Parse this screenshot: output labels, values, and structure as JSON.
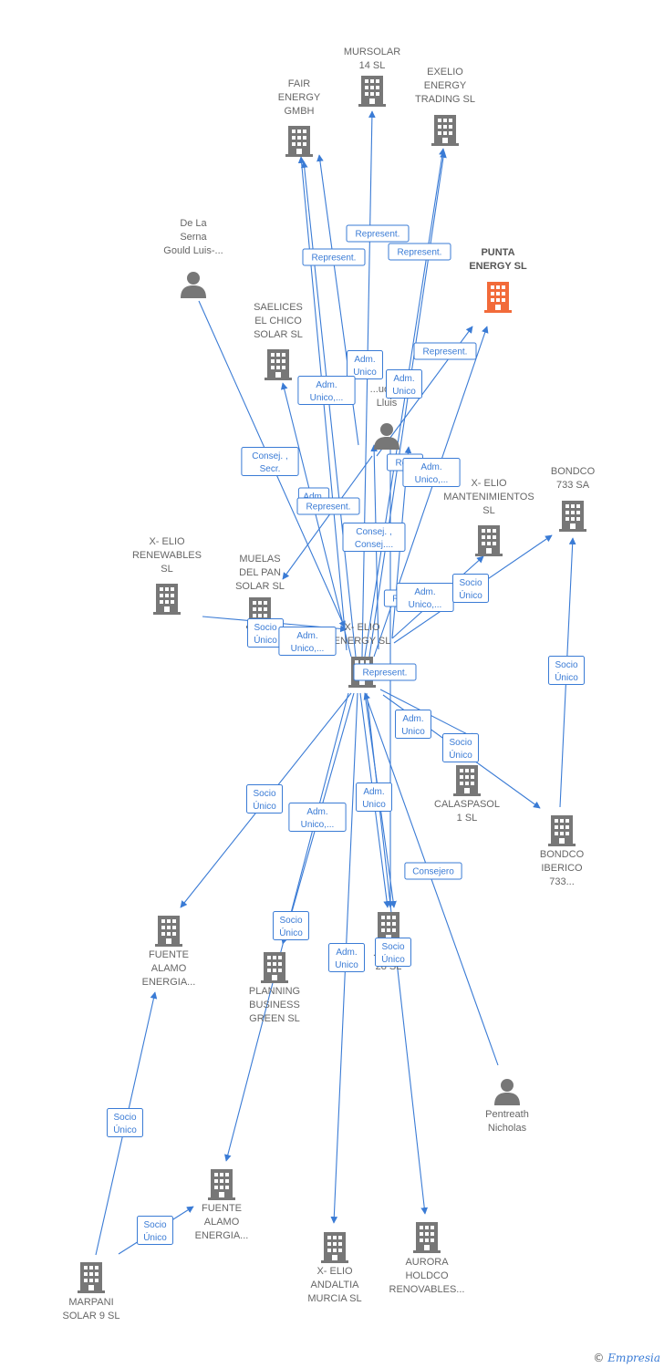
{
  "colors": {
    "edge": "#3a7bd5",
    "node": "#777777",
    "highlight": "#f26b3a",
    "text": "#666666"
  },
  "nodes": [
    {
      "id": "mursolar",
      "type": "company",
      "lines": [
        "MURSOLAR",
        "14 SL"
      ],
      "icon": "building-icon"
    },
    {
      "id": "fair",
      "type": "company",
      "lines": [
        "FAIR",
        "ENERGY",
        "GMBH"
      ],
      "icon": "building-icon"
    },
    {
      "id": "exelio_trading",
      "type": "company",
      "lines": [
        "EXELIO",
        "ENERGY",
        "TRADING  SL"
      ],
      "icon": "building-icon"
    },
    {
      "id": "delaserna",
      "type": "person",
      "lines": [
        "De La",
        "Serna",
        "Gould Luis-..."
      ],
      "icon": "person-icon"
    },
    {
      "id": "punta",
      "type": "company",
      "highlight": true,
      "lines": [
        "PUNTA",
        "ENERGY  SL"
      ],
      "icon": "building-icon"
    },
    {
      "id": "saelices",
      "type": "company",
      "lines": [
        "SAELICES",
        "EL CHICO",
        "SOLAR SL"
      ],
      "icon": "building-icon"
    },
    {
      "id": "lluis",
      "type": "person",
      "lines": [
        "...uol-...",
        "Lluis"
      ],
      "icon": "person-icon"
    },
    {
      "id": "mantenimientos",
      "type": "company",
      "lines": [
        "X- ELIO",
        "MANTENIMIENTOS",
        "SL"
      ],
      "icon": "building-icon"
    },
    {
      "id": "bondco733",
      "type": "company",
      "lines": [
        "BONDCO",
        "733 SA"
      ],
      "icon": "building-icon"
    },
    {
      "id": "renewables",
      "type": "company",
      "lines": [
        "X- ELIO",
        "RENEWABLES",
        "SL"
      ],
      "icon": "building-icon"
    },
    {
      "id": "muelas",
      "type": "company",
      "lines": [
        "MUELAS",
        "DEL PAN",
        "SOLAR SL"
      ],
      "icon": "building-icon"
    },
    {
      "id": "xelio",
      "type": "company",
      "lines": [
        "X- ELIO",
        "ENERGY  SL"
      ],
      "icon": "building-icon"
    },
    {
      "id": "calaspasol",
      "type": "company",
      "lines": [
        "CALASPASOL",
        "1  SL"
      ],
      "icon": "building-icon"
    },
    {
      "id": "bondco_iberico",
      "type": "company",
      "lines": [
        "BONDCO",
        "IBERICO",
        "733..."
      ],
      "icon": "building-icon"
    },
    {
      "id": "fuente1",
      "type": "company",
      "lines": [
        "FUENTE",
        "ALAMO",
        "ENERGIA..."
      ],
      "icon": "building-icon"
    },
    {
      "id": "planning",
      "type": "company",
      "lines": [
        "PLANNING",
        "BUSINESS",
        "GREEN  SL"
      ],
      "icon": "building-icon"
    },
    {
      "id": "mursolar28",
      "type": "company",
      "lines": [
        "...U...R",
        "28 SL"
      ],
      "icon": "building-icon"
    },
    {
      "id": "pentreath",
      "type": "person",
      "lines": [
        "Pentreath",
        "Nicholas"
      ],
      "icon": "person-icon"
    },
    {
      "id": "fuente2",
      "type": "company",
      "lines": [
        "FUENTE",
        "ALAMO",
        "ENERGIA..."
      ],
      "icon": "building-icon"
    },
    {
      "id": "marpani",
      "type": "company",
      "lines": [
        "MARPANI",
        "SOLAR 9  SL"
      ],
      "icon": "building-icon"
    },
    {
      "id": "andaltia",
      "type": "company",
      "lines": [
        "X- ELIO",
        "ANDALTIA",
        "MURCIA  SL"
      ],
      "icon": "building-icon"
    },
    {
      "id": "aurora",
      "type": "company",
      "lines": [
        "AURORA",
        "HOLDCO",
        "RENOVABLES..."
      ],
      "icon": "building-icon"
    }
  ],
  "edge_labels": [
    {
      "id": "l1",
      "lines": [
        "Represent."
      ]
    },
    {
      "id": "l2",
      "lines": [
        "Represent."
      ]
    },
    {
      "id": "l3",
      "lines": [
        "Represent."
      ]
    },
    {
      "id": "l4",
      "lines": [
        "Represent."
      ]
    },
    {
      "id": "l5",
      "lines": [
        "Adm.",
        "Unico"
      ]
    },
    {
      "id": "l6",
      "lines": [
        "Adm.",
        "Unico,..."
      ]
    },
    {
      "id": "l7",
      "lines": [
        "Adm.",
        "Unico"
      ]
    },
    {
      "id": "l8",
      "lines": [
        "Consej. ,",
        "Secr."
      ]
    },
    {
      "id": "l9",
      "lines": [
        "Re..."
      ]
    },
    {
      "id": "l10",
      "lines": [
        "Adm.",
        "Unico,..."
      ]
    },
    {
      "id": "l11",
      "lines": [
        "Adm."
      ]
    },
    {
      "id": "l12",
      "lines": [
        "Represent."
      ]
    },
    {
      "id": "l13",
      "lines": [
        "Consej. ,",
        "Consej...."
      ]
    },
    {
      "id": "l14",
      "lines": [
        "R..."
      ]
    },
    {
      "id": "l15",
      "lines": [
        "Adm.",
        "Unico,..."
      ]
    },
    {
      "id": "l16",
      "lines": [
        "Socio",
        "Único"
      ]
    },
    {
      "id": "l17",
      "lines": [
        "Socio",
        "Único"
      ]
    },
    {
      "id": "l18",
      "lines": [
        "Adm.",
        "Unico,..."
      ]
    },
    {
      "id": "l19",
      "lines": [
        "Represent."
      ]
    },
    {
      "id": "l20",
      "lines": [
        "Socio",
        "Único"
      ]
    },
    {
      "id": "l21",
      "lines": [
        "Adm.",
        "Unico"
      ]
    },
    {
      "id": "l22",
      "lines": [
        "Socio",
        "Único"
      ]
    },
    {
      "id": "l23",
      "lines": [
        "Socio",
        "Único"
      ]
    },
    {
      "id": "l24",
      "lines": [
        "Adm.",
        "Unico,..."
      ]
    },
    {
      "id": "l25",
      "lines": [
        "Adm.",
        "Unico"
      ]
    },
    {
      "id": "l26",
      "lines": [
        "Consejero"
      ]
    },
    {
      "id": "l27",
      "lines": [
        "Socio",
        "Único"
      ]
    },
    {
      "id": "l28",
      "lines": [
        "Adm.",
        "Unico"
      ]
    },
    {
      "id": "l29",
      "lines": [
        "Socio",
        "Único"
      ]
    },
    {
      "id": "l30",
      "lines": [
        "Socio",
        "Único"
      ]
    },
    {
      "id": "l31",
      "lines": [
        "Socio",
        "Único"
      ]
    }
  ],
  "credit": {
    "symbol": "©",
    "brand": "Empresia"
  }
}
